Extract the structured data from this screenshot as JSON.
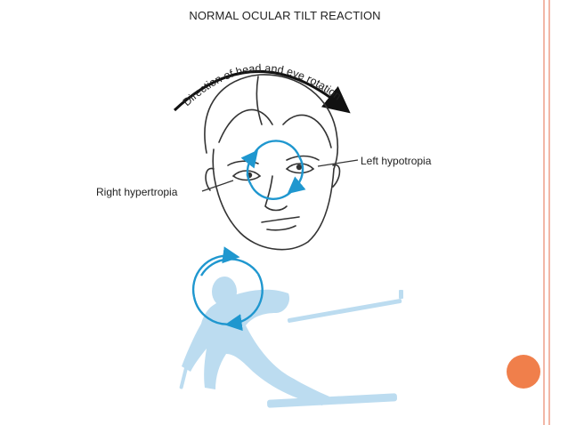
{
  "diagram": {
    "title": "NORMAL OCULAR TILT REACTION",
    "arc_label": "Direction of head and eye rotation",
    "label_right_hypertropia": "Right hypertropia",
    "label_left_hypotropia": "Left hypotropia"
  },
  "colors": {
    "rotation_arrow": "#1f97cf",
    "skier_silhouette": "#bcdcf0",
    "accent_orb": "#f07f4b",
    "edge_lines": "#f2b7a7",
    "line_art": "#333333"
  }
}
